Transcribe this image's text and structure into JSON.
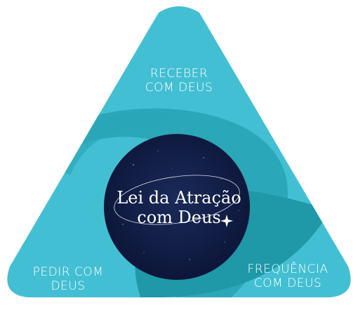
{
  "sections": {
    "top": [
      "RECEBER",
      "COM DEUS"
    ],
    "bottom_left": [
      "PEDIR COM",
      "DEUS"
    ],
    "bottom_right": [
      "FREQUÊNCIA",
      "COM DEUS"
    ]
  },
  "center": {
    "title_lines": [
      "Lei da Atração",
      "com Deus"
    ]
  },
  "colors": {
    "triangle_light": "#43bfd3",
    "triangle_dark": "#1f98a8",
    "circle": "#0f1a40",
    "text": "#ffffff"
  }
}
